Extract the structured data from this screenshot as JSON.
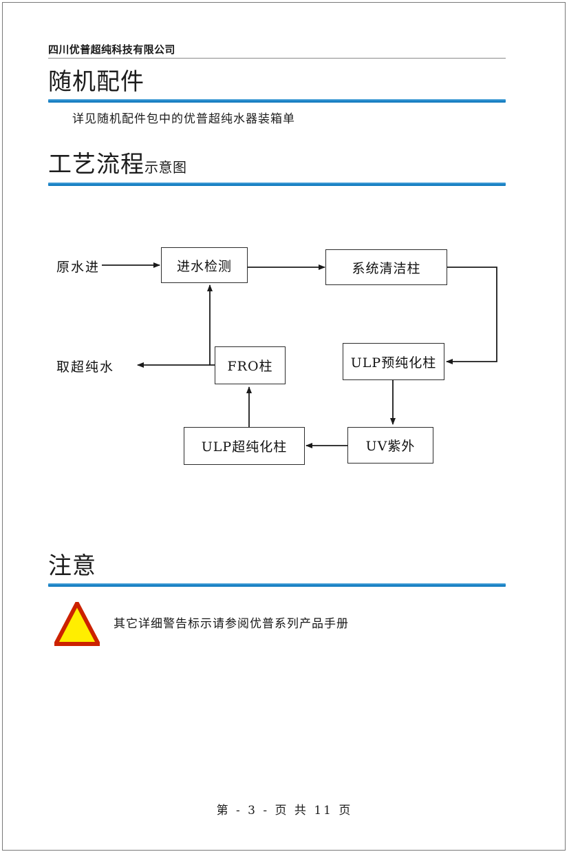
{
  "document": {
    "running_header": "四川优普超纯科技有限公司",
    "page_border_color": "#777777",
    "accent_color": "#1f87c9"
  },
  "sections": [
    {
      "title_main": "随机配件",
      "title_sub": "",
      "body": "详见随机配件包中的优普超纯水器装箱单"
    },
    {
      "title_main": "工艺流程",
      "title_sub": "示意图",
      "body": ""
    },
    {
      "title_main": "注意",
      "title_sub": "",
      "body": ""
    }
  ],
  "flowchart": {
    "type": "process-flow",
    "boxes": [
      {
        "id": "inlet-test",
        "label": "进水检测"
      },
      {
        "id": "clean-column",
        "label": "系统清洁柱"
      },
      {
        "id": "fro-column",
        "label": "FRO柱"
      },
      {
        "id": "ulp-pre",
        "label": "ULP预纯化柱"
      },
      {
        "id": "ulp-ultra",
        "label": "ULP超纯化柱"
      },
      {
        "id": "uv",
        "label": "UV紫外"
      }
    ],
    "labels": [
      {
        "id": "raw-water-in",
        "label": "原水进"
      },
      {
        "id": "take-pure",
        "label": "取超纯水"
      }
    ],
    "edges": [
      {
        "from": "raw-water-in",
        "to": "inlet-test"
      },
      {
        "from": "inlet-test",
        "to": "clean-column"
      },
      {
        "from": "clean-column",
        "to": "ulp-pre"
      },
      {
        "from": "ulp-pre",
        "to": "uv"
      },
      {
        "from": "uv",
        "to": "ulp-ultra"
      },
      {
        "from": "ulp-ultra",
        "to": "fro-column"
      },
      {
        "from": "fro-column",
        "to": "inlet-test"
      },
      {
        "from": "fro-column",
        "to": "take-pure"
      }
    ]
  },
  "notice": {
    "icon": "warning-triangle-icon",
    "triangle_fill": "#FFEE00",
    "triangle_stroke": "#CC2200",
    "text": "其它详细警告标示请参阅优普系列产品手册"
  },
  "footer": {
    "text": "第 - 3 - 页  共 11 页",
    "page_number": "3",
    "total_pages": "11"
  }
}
